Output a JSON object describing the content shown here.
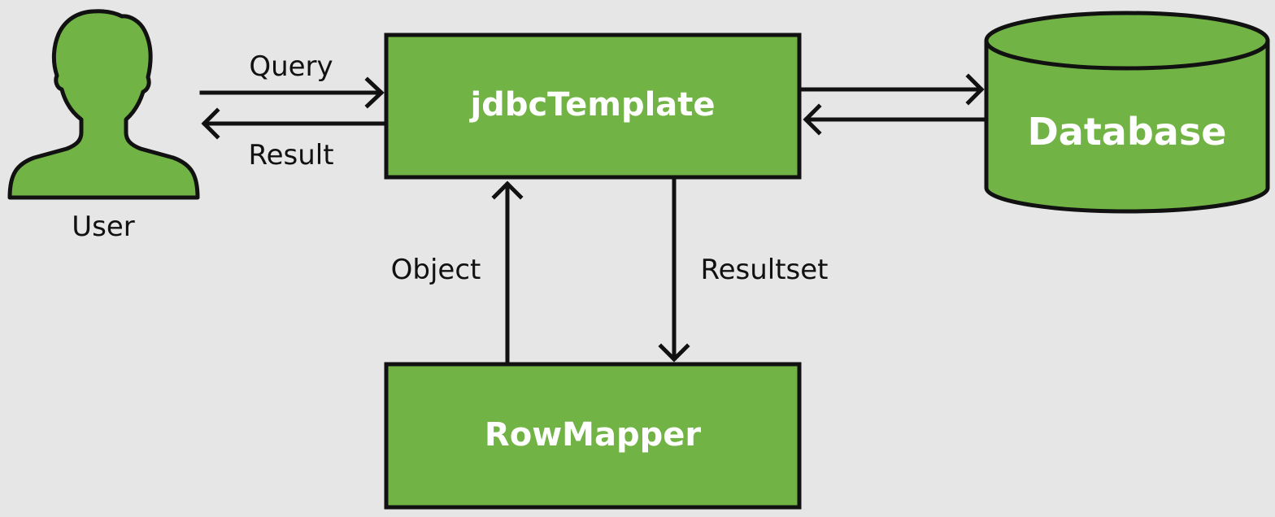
{
  "colors": {
    "background": "#e6e6e6",
    "node_fill": "#72b345",
    "stroke": "#111111",
    "node_text": "#ffffff"
  },
  "nodes": {
    "user": {
      "label": "User",
      "icon": "user-icon"
    },
    "jdbc_template": {
      "label": "jdbcTemplate"
    },
    "database": {
      "label": "Database",
      "icon": "database-cylinder"
    },
    "row_mapper": {
      "label": "RowMapper"
    }
  },
  "edges": {
    "query": {
      "label": "Query",
      "from": "User",
      "to": "jdbcTemplate"
    },
    "result": {
      "label": "Result",
      "from": "jdbcTemplate",
      "to": "User"
    },
    "to_database": {
      "label": "",
      "from": "jdbcTemplate",
      "to": "Database"
    },
    "from_database": {
      "label": "",
      "from": "Database",
      "to": "jdbcTemplate"
    },
    "resultset": {
      "label": "Resultset",
      "from": "jdbcTemplate",
      "to": "RowMapper"
    },
    "object": {
      "label": "Object",
      "from": "RowMapper",
      "to": "jdbcTemplate"
    }
  }
}
